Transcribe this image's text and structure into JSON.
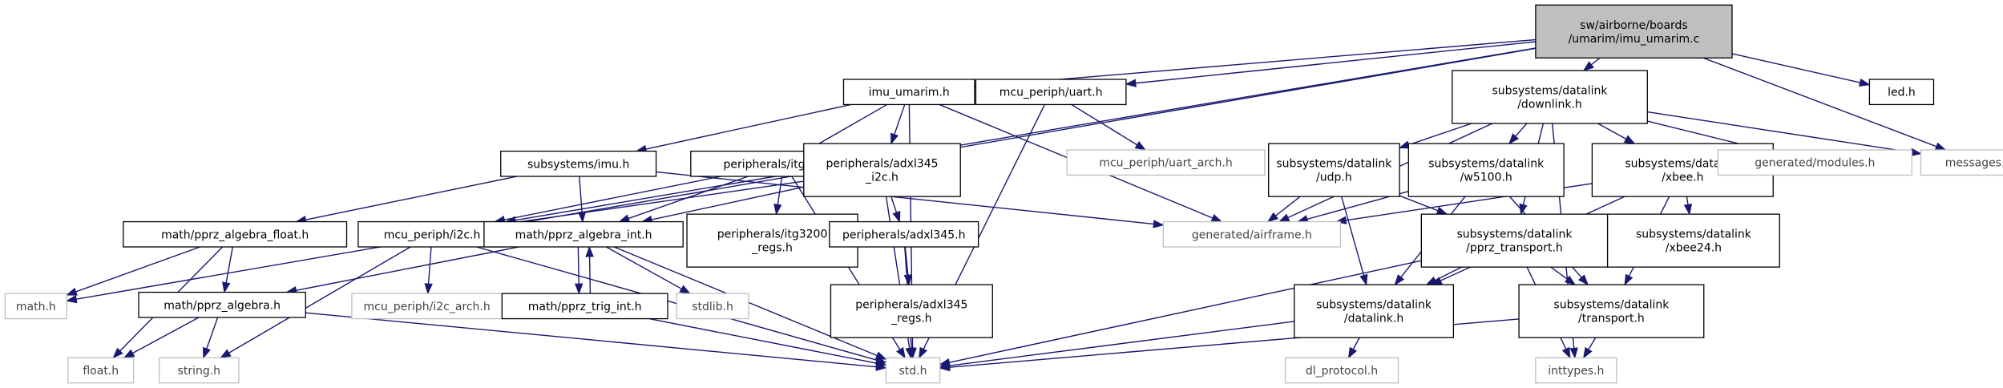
{
  "diagram": {
    "type": "include-dependency-graph",
    "colors": {
      "edge": "#191970",
      "node_border": "#000000",
      "unresolved_border": "#bfbfbf",
      "root_fill": "#bfbfbf",
      "node_fill": "#ffffff"
    },
    "nodes": [
      {
        "id": "root",
        "label_lines": [
          "sw/airborne/boards",
          "/umarim/imu_umarim.c"
        ],
        "kind": "root"
      },
      {
        "id": "imu_umarim_h",
        "label_lines": [
          "imu_umarim.h"
        ],
        "kind": "normal"
      },
      {
        "id": "uart_h",
        "label_lines": [
          "mcu_periph/uart.h"
        ],
        "kind": "normal"
      },
      {
        "id": "downlink_h",
        "label_lines": [
          "subsystems/datalink",
          "/downlink.h"
        ],
        "kind": "normal"
      },
      {
        "id": "led_h",
        "label_lines": [
          "led.h"
        ],
        "kind": "normal"
      },
      {
        "id": "messages_h",
        "label_lines": [
          "messages.h"
        ],
        "kind": "unresolved"
      },
      {
        "id": "imu_h",
        "label_lines": [
          "subsystems/imu.h"
        ],
        "kind": "normal"
      },
      {
        "id": "itg3200_h",
        "label_lines": [
          "peripherals/itg3200.h"
        ],
        "kind": "normal"
      },
      {
        "id": "adxl345_i2c_h",
        "label_lines": [
          "peripherals/adxl345",
          "_i2c.h"
        ],
        "kind": "normal"
      },
      {
        "id": "uart_arch_h",
        "label_lines": [
          "mcu_periph/uart_arch.h"
        ],
        "kind": "unresolved"
      },
      {
        "id": "udp_h",
        "label_lines": [
          "subsystems/datalink",
          "/udp.h"
        ],
        "kind": "normal"
      },
      {
        "id": "w5100_h",
        "label_lines": [
          "subsystems/datalink",
          "/w5100.h"
        ],
        "kind": "normal"
      },
      {
        "id": "xbee_h",
        "label_lines": [
          "subsystems/datalink",
          "/xbee.h"
        ],
        "kind": "normal"
      },
      {
        "id": "modules_h",
        "label_lines": [
          "generated/modules.h"
        ],
        "kind": "unresolved"
      },
      {
        "id": "algebra_float_h",
        "label_lines": [
          "math/pprz_algebra_float.h"
        ],
        "kind": "normal"
      },
      {
        "id": "i2c_h",
        "label_lines": [
          "mcu_periph/i2c.h"
        ],
        "kind": "normal"
      },
      {
        "id": "algebra_int_h",
        "label_lines": [
          "math/pprz_algebra_int.h"
        ],
        "kind": "normal"
      },
      {
        "id": "itg3200_regs_h",
        "label_lines": [
          "peripherals/itg3200",
          "_regs.h"
        ],
        "kind": "normal"
      },
      {
        "id": "adxl345_h",
        "label_lines": [
          "peripherals/adxl345.h"
        ],
        "kind": "normal"
      },
      {
        "id": "airframe_h",
        "label_lines": [
          "generated/airframe.h"
        ],
        "kind": "unresolved"
      },
      {
        "id": "pprz_transport_h",
        "label_lines": [
          "subsystems/datalink",
          "/pprz_transport.h"
        ],
        "kind": "normal"
      },
      {
        "id": "xbee24_h",
        "label_lines": [
          "subsystems/datalink",
          "/xbee24.h"
        ],
        "kind": "normal"
      },
      {
        "id": "math_h",
        "label_lines": [
          "math.h"
        ],
        "kind": "unresolved"
      },
      {
        "id": "algebra_h",
        "label_lines": [
          "math/pprz_algebra.h"
        ],
        "kind": "normal"
      },
      {
        "id": "i2c_arch_h",
        "label_lines": [
          "mcu_periph/i2c_arch.h"
        ],
        "kind": "unresolved"
      },
      {
        "id": "trig_int_h",
        "label_lines": [
          "math/pprz_trig_int.h"
        ],
        "kind": "normal"
      },
      {
        "id": "stdlib_h",
        "label_lines": [
          "stdlib.h"
        ],
        "kind": "unresolved"
      },
      {
        "id": "adxl345_regs_h",
        "label_lines": [
          "peripherals/adxl345",
          "_regs.h"
        ],
        "kind": "normal"
      },
      {
        "id": "datalink_h",
        "label_lines": [
          "subsystems/datalink",
          "/datalink.h"
        ],
        "kind": "normal"
      },
      {
        "id": "transport_h",
        "label_lines": [
          "subsystems/datalink",
          "/transport.h"
        ],
        "kind": "normal"
      },
      {
        "id": "float_h",
        "label_lines": [
          "float.h"
        ],
        "kind": "unresolved"
      },
      {
        "id": "string_h",
        "label_lines": [
          "string.h"
        ],
        "kind": "unresolved"
      },
      {
        "id": "std_h",
        "label_lines": [
          "std.h"
        ],
        "kind": "unresolved"
      },
      {
        "id": "dl_protocol_h",
        "label_lines": [
          "dl_protocol.h"
        ],
        "kind": "unresolved"
      },
      {
        "id": "inttypes_h",
        "label_lines": [
          "inttypes.h"
        ],
        "kind": "unresolved"
      }
    ],
    "edges": [
      [
        "root",
        "imu_umarim_h"
      ],
      [
        "root",
        "uart_h"
      ],
      [
        "root",
        "downlink_h"
      ],
      [
        "root",
        "led_h"
      ],
      [
        "root",
        "messages_h"
      ],
      [
        "root",
        "math_h"
      ],
      [
        "root",
        "i2c_h"
      ],
      [
        "imu_umarim_h",
        "imu_h"
      ],
      [
        "imu_umarim_h",
        "itg3200_h"
      ],
      [
        "imu_umarim_h",
        "adxl345_i2c_h"
      ],
      [
        "imu_umarim_h",
        "airframe_h"
      ],
      [
        "imu_umarim_h",
        "std_h"
      ],
      [
        "uart_h",
        "uart_arch_h"
      ],
      [
        "uart_h",
        "std_h"
      ],
      [
        "downlink_h",
        "messages_h"
      ],
      [
        "downlink_h",
        "udp_h"
      ],
      [
        "downlink_h",
        "w5100_h"
      ],
      [
        "downlink_h",
        "xbee_h"
      ],
      [
        "downlink_h",
        "modules_h"
      ],
      [
        "downlink_h",
        "airframe_h"
      ],
      [
        "downlink_h",
        "pprz_transport_h"
      ],
      [
        "downlink_h",
        "inttypes_h"
      ],
      [
        "imu_h",
        "algebra_float_h"
      ],
      [
        "imu_h",
        "algebra_int_h"
      ],
      [
        "imu_h",
        "airframe_h"
      ],
      [
        "itg3200_h",
        "i2c_h"
      ],
      [
        "itg3200_h",
        "algebra_int_h"
      ],
      [
        "itg3200_h",
        "itg3200_regs_h"
      ],
      [
        "itg3200_h",
        "std_h"
      ],
      [
        "adxl345_i2c_h",
        "i2c_h"
      ],
      [
        "adxl345_i2c_h",
        "algebra_int_h"
      ],
      [
        "adxl345_i2c_h",
        "adxl345_h"
      ],
      [
        "adxl345_i2c_h",
        "std_h"
      ],
      [
        "udp_h",
        "airframe_h"
      ],
      [
        "udp_h",
        "pprz_transport_h"
      ],
      [
        "udp_h",
        "datalink_h"
      ],
      [
        "w5100_h",
        "airframe_h"
      ],
      [
        "w5100_h",
        "datalink_h"
      ],
      [
        "w5100_h",
        "transport_h"
      ],
      [
        "xbee_h",
        "airframe_h"
      ],
      [
        "xbee_h",
        "datalink_h"
      ],
      [
        "xbee_h",
        "xbee24_h"
      ],
      [
        "xbee_h",
        "transport_h"
      ],
      [
        "algebra_float_h",
        "math_h"
      ],
      [
        "algebra_float_h",
        "algebra_h"
      ],
      [
        "algebra_float_h",
        "float_h"
      ],
      [
        "i2c_h",
        "i2c_arch_h"
      ],
      [
        "i2c_h",
        "std_h"
      ],
      [
        "i2c_h",
        "string_h"
      ],
      [
        "algebra_int_h",
        "algebra_h"
      ],
      [
        "algebra_int_h",
        "trig_int_h"
      ],
      [
        "algebra_int_h",
        "stdlib_h"
      ],
      [
        "algebra_int_h",
        "std_h"
      ],
      [
        "trig_int_h",
        "algebra_int_h"
      ],
      [
        "trig_int_h",
        "std_h"
      ],
      [
        "adxl345_h",
        "adxl345_regs_h"
      ],
      [
        "adxl345_h",
        "std_h"
      ],
      [
        "pprz_transport_h",
        "datalink_h"
      ],
      [
        "pprz_transport_h",
        "transport_h"
      ],
      [
        "pprz_transport_h",
        "std_h"
      ],
      [
        "pprz_transport_h",
        "inttypes_h"
      ],
      [
        "algebra_h",
        "float_h"
      ],
      [
        "algebra_h",
        "string_h"
      ],
      [
        "algebra_h",
        "std_h"
      ],
      [
        "datalink_h",
        "std_h"
      ],
      [
        "datalink_h",
        "dl_protocol_h"
      ],
      [
        "transport_h",
        "std_h"
      ],
      [
        "transport_h",
        "inttypes_h"
      ]
    ]
  }
}
